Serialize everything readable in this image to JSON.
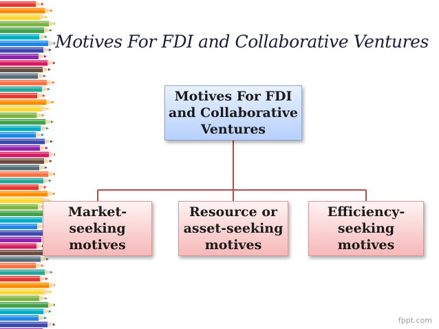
{
  "slide": {
    "title": "Motives For FDI and Collaborative Ventures",
    "footer": "fppt.com"
  },
  "diagram": {
    "root": "Motives For FDI\nand Collaborative\nVentures",
    "children": [
      "Market-\nseeking\nmotives",
      "Resource or\nasset-seeking\nmotives",
      "Efficiency-\nseeking\nmotives"
    ]
  },
  "colors": {
    "root_fill_top": "#e8f1ff",
    "root_fill_bottom": "#b7d0ff",
    "child_fill_top": "#fff3f3",
    "child_fill_bottom": "#f7b8b8",
    "connector": "#b94a48"
  },
  "decoration": {
    "left_border": "colored-pencils"
  }
}
